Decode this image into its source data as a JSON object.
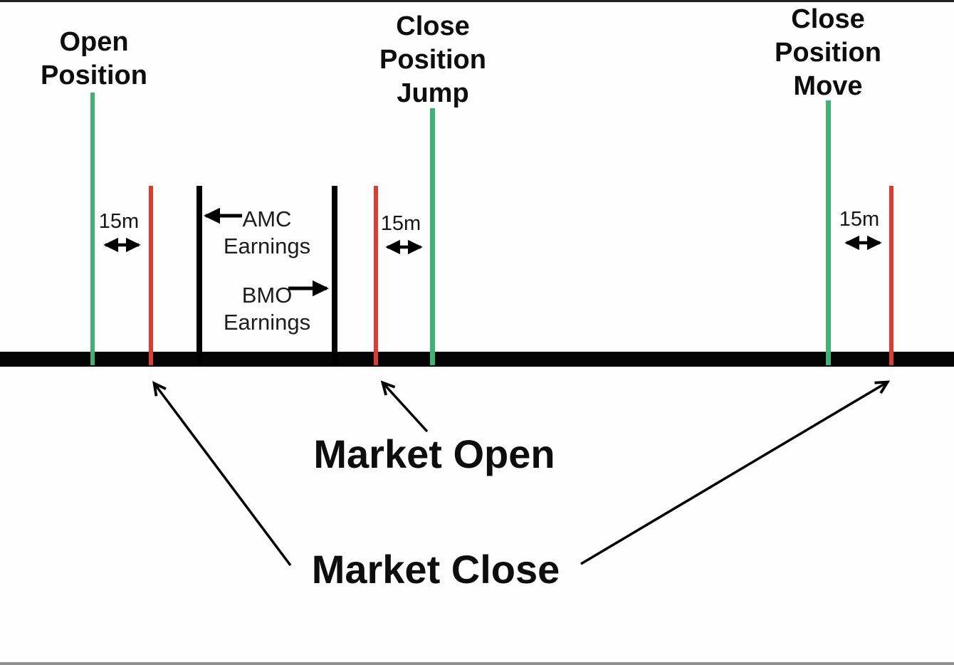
{
  "labels": {
    "open_position": "Open Position",
    "close_position_jump": "Close Position Jump",
    "close_position_move": "Close Position Move",
    "gap_15m": "15m",
    "amc_earnings": "AMC Earnings",
    "bmo_earnings": "BMO Earnings",
    "market_open": "Market Open",
    "market_close": "Market Close"
  },
  "colors": {
    "background": "#fefefe",
    "position_marker_green": "#41b274",
    "market_marker_red": "#e03a31",
    "earnings_marker_black": "#000000",
    "timeline_black": "#050505",
    "text_black": "#111111"
  },
  "timeline_markers": [
    {
      "id": "open-position",
      "label": "Open Position",
      "color_role": "green"
    },
    {
      "id": "market-close-1",
      "label": "Market Close",
      "color_role": "red",
      "gap_from_prev": "15m"
    },
    {
      "id": "amc-earnings",
      "label": "AMC Earnings",
      "color_role": "black"
    },
    {
      "id": "bmo-earnings",
      "label": "BMO Earnings",
      "color_role": "black"
    },
    {
      "id": "market-open-2",
      "label": "Market Open",
      "color_role": "red"
    },
    {
      "id": "close-position-jump",
      "label": "Close Position Jump",
      "color_role": "green",
      "gap_from_prev": "15m"
    },
    {
      "id": "close-position-move",
      "label": "Close Position Move",
      "color_role": "green"
    },
    {
      "id": "market-close-3",
      "label": "Market Close",
      "color_role": "red",
      "gap_from_prev": "15m"
    }
  ]
}
